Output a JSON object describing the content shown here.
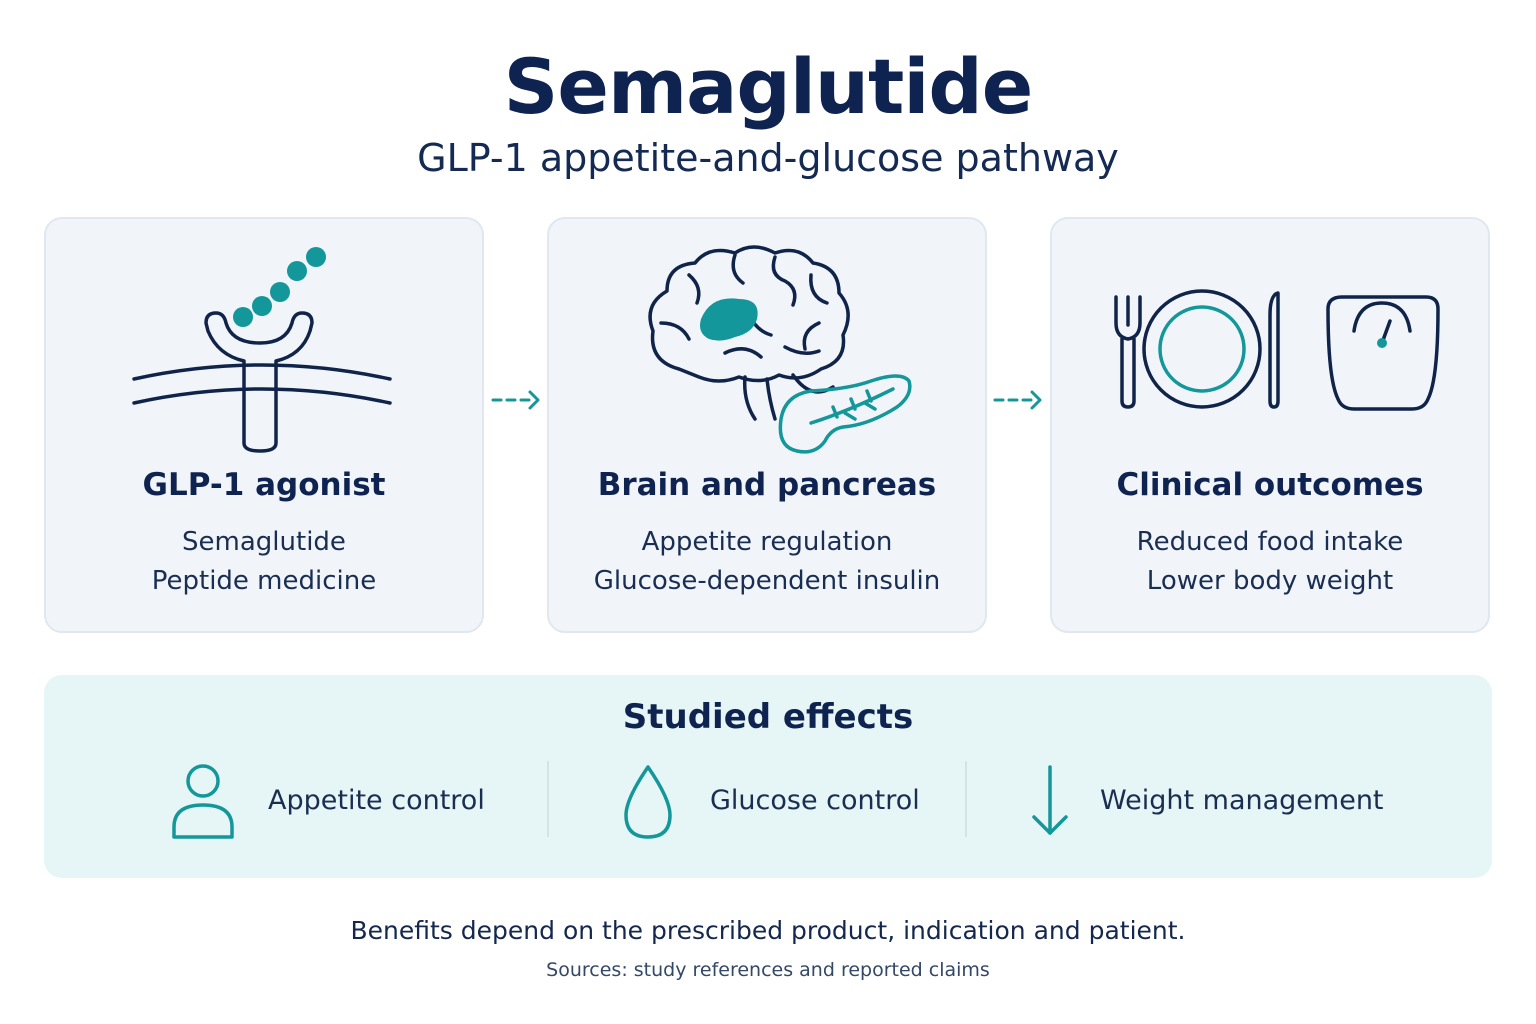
{
  "title": "Semaglutide",
  "subtitle": "GLP-1 appetite-and-glucose pathway",
  "colors": {
    "navy": "#10244a",
    "teal": "#14979a",
    "card_bg": "#f1f5fa",
    "effects_bg": "#e6f5f5"
  },
  "steps": [
    {
      "title": "GLP-1 agonist",
      "lines": [
        "Semaglutide",
        "Peptide medicine"
      ],
      "icon": "receptor-icon"
    },
    {
      "title": "Brain and pancreas",
      "lines": [
        "Appetite regulation",
        "Glucose-dependent insulin"
      ],
      "icon": "brain-pancreas-icon"
    },
    {
      "title": "Clinical outcomes",
      "lines": [
        "Reduced food intake",
        "Lower body weight"
      ],
      "icon": "plate-scale-icon"
    }
  ],
  "effects": {
    "title": "Studied effects",
    "items": [
      {
        "label": "Appetite control",
        "icon": "person-icon"
      },
      {
        "label": "Glucose control",
        "icon": "drop-icon"
      },
      {
        "label": "Weight management",
        "icon": "down-arrow-icon"
      }
    ]
  },
  "footer": {
    "note": "Benefits depend on the prescribed product, indication and patient.",
    "source": "Sources: study references and reported claims"
  }
}
